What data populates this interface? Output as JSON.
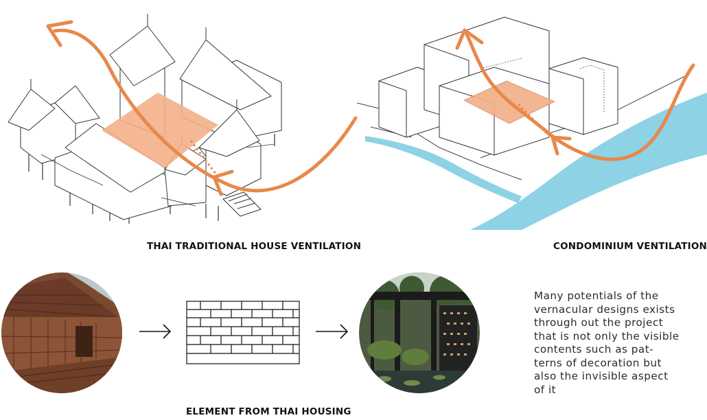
{
  "colors": {
    "ventilation_arrow": "#e8884a",
    "ventilated_area": "#f3b089",
    "river": "#8ed2e6",
    "line": "#333333"
  },
  "diagrams": {
    "thai_house": {
      "label": "THAI TRADITIONAL HOUSE VENTILATION"
    },
    "condominium": {
      "label": "CONDOMINIUM VENTILATION"
    }
  },
  "element_section": {
    "label": "ELEMENT FROM THAI HOUSING",
    "photo_1": "thai-house-wall-photo",
    "pattern": "brick-wall-pattern-icon",
    "photo_2": "garden-pavilion-photo",
    "arrow_icon": "right-arrow-icon"
  },
  "description": {
    "lines": [
      "Many potentials of the",
      "vernacular designs exists",
      "through out the project",
      "that is not only the visible",
      "contents such as pat-",
      "terns of decoration but",
      "also the invisible aspect",
      "of it"
    ]
  }
}
